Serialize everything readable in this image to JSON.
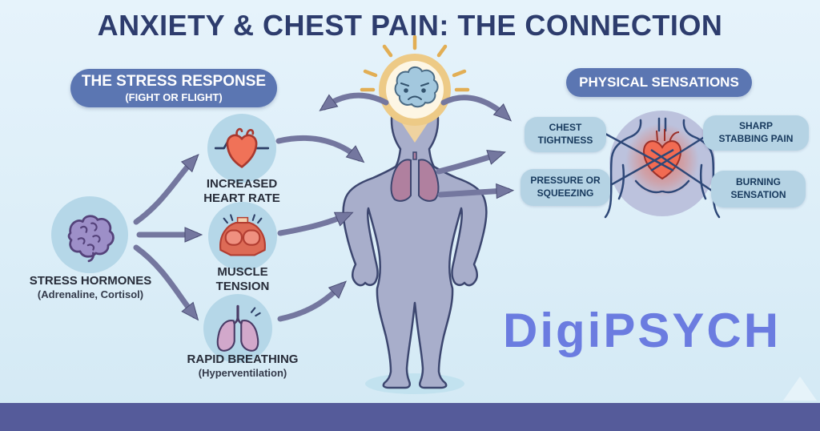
{
  "title": "ANXIETY & CHEST PAIN: THE CONNECTION",
  "watermark": "DigiPSYCH",
  "stress_response": {
    "badge_line1": "THE STRESS RESPONSE",
    "badge_line2": "(FIGHT OR FLIGHT)",
    "source": {
      "icon": "brain-icon",
      "label_line1": "STRESS HORMONES",
      "label_line2": "(Adrenaline, Cortisol)"
    },
    "effects": [
      {
        "icon": "heart-ekg-icon",
        "label_line1": "INCREASED",
        "label_line2": "HEART RATE"
      },
      {
        "icon": "chest-muscles-icon",
        "label_line1": "MUSCLE",
        "label_line2": "TENSION"
      },
      {
        "icon": "lungs-icon",
        "label_line1": "RAPID BREATHING",
        "label_line2": "(Hyperventilation)"
      }
    ]
  },
  "physical_sensations": {
    "badge": "PHYSICAL SENSATIONS",
    "center_icon": "chest-heart-pain-icon",
    "labels": [
      {
        "line1": "CHEST",
        "line2": "TIGHTNESS"
      },
      {
        "line1": "SHARP",
        "line2": "STABBING PAIN"
      },
      {
        "line1": "PRESSURE OR",
        "line2": "SQUEEZING"
      },
      {
        "line1": "BURNING",
        "line2": "SENSATION"
      }
    ]
  },
  "center_figure": {
    "icon": "anxious-person-icon",
    "head_icon": "worried-brain-bubble-icon"
  },
  "colors": {
    "background": "#dceef8",
    "title": "#2d3c6d",
    "badge_blue": "#5b76b2",
    "circle_blue": "#b5d7e8",
    "sensation_pill_blue": "#b5d3e4",
    "arrow_purple": "#74779f",
    "body_purple": "#a8aecb",
    "footer_purple": "#555b9a",
    "watermark_purple": "#6b7ce0",
    "pain_glow_red": "#f05a3c",
    "bubble_gold": "#e9c27b"
  }
}
